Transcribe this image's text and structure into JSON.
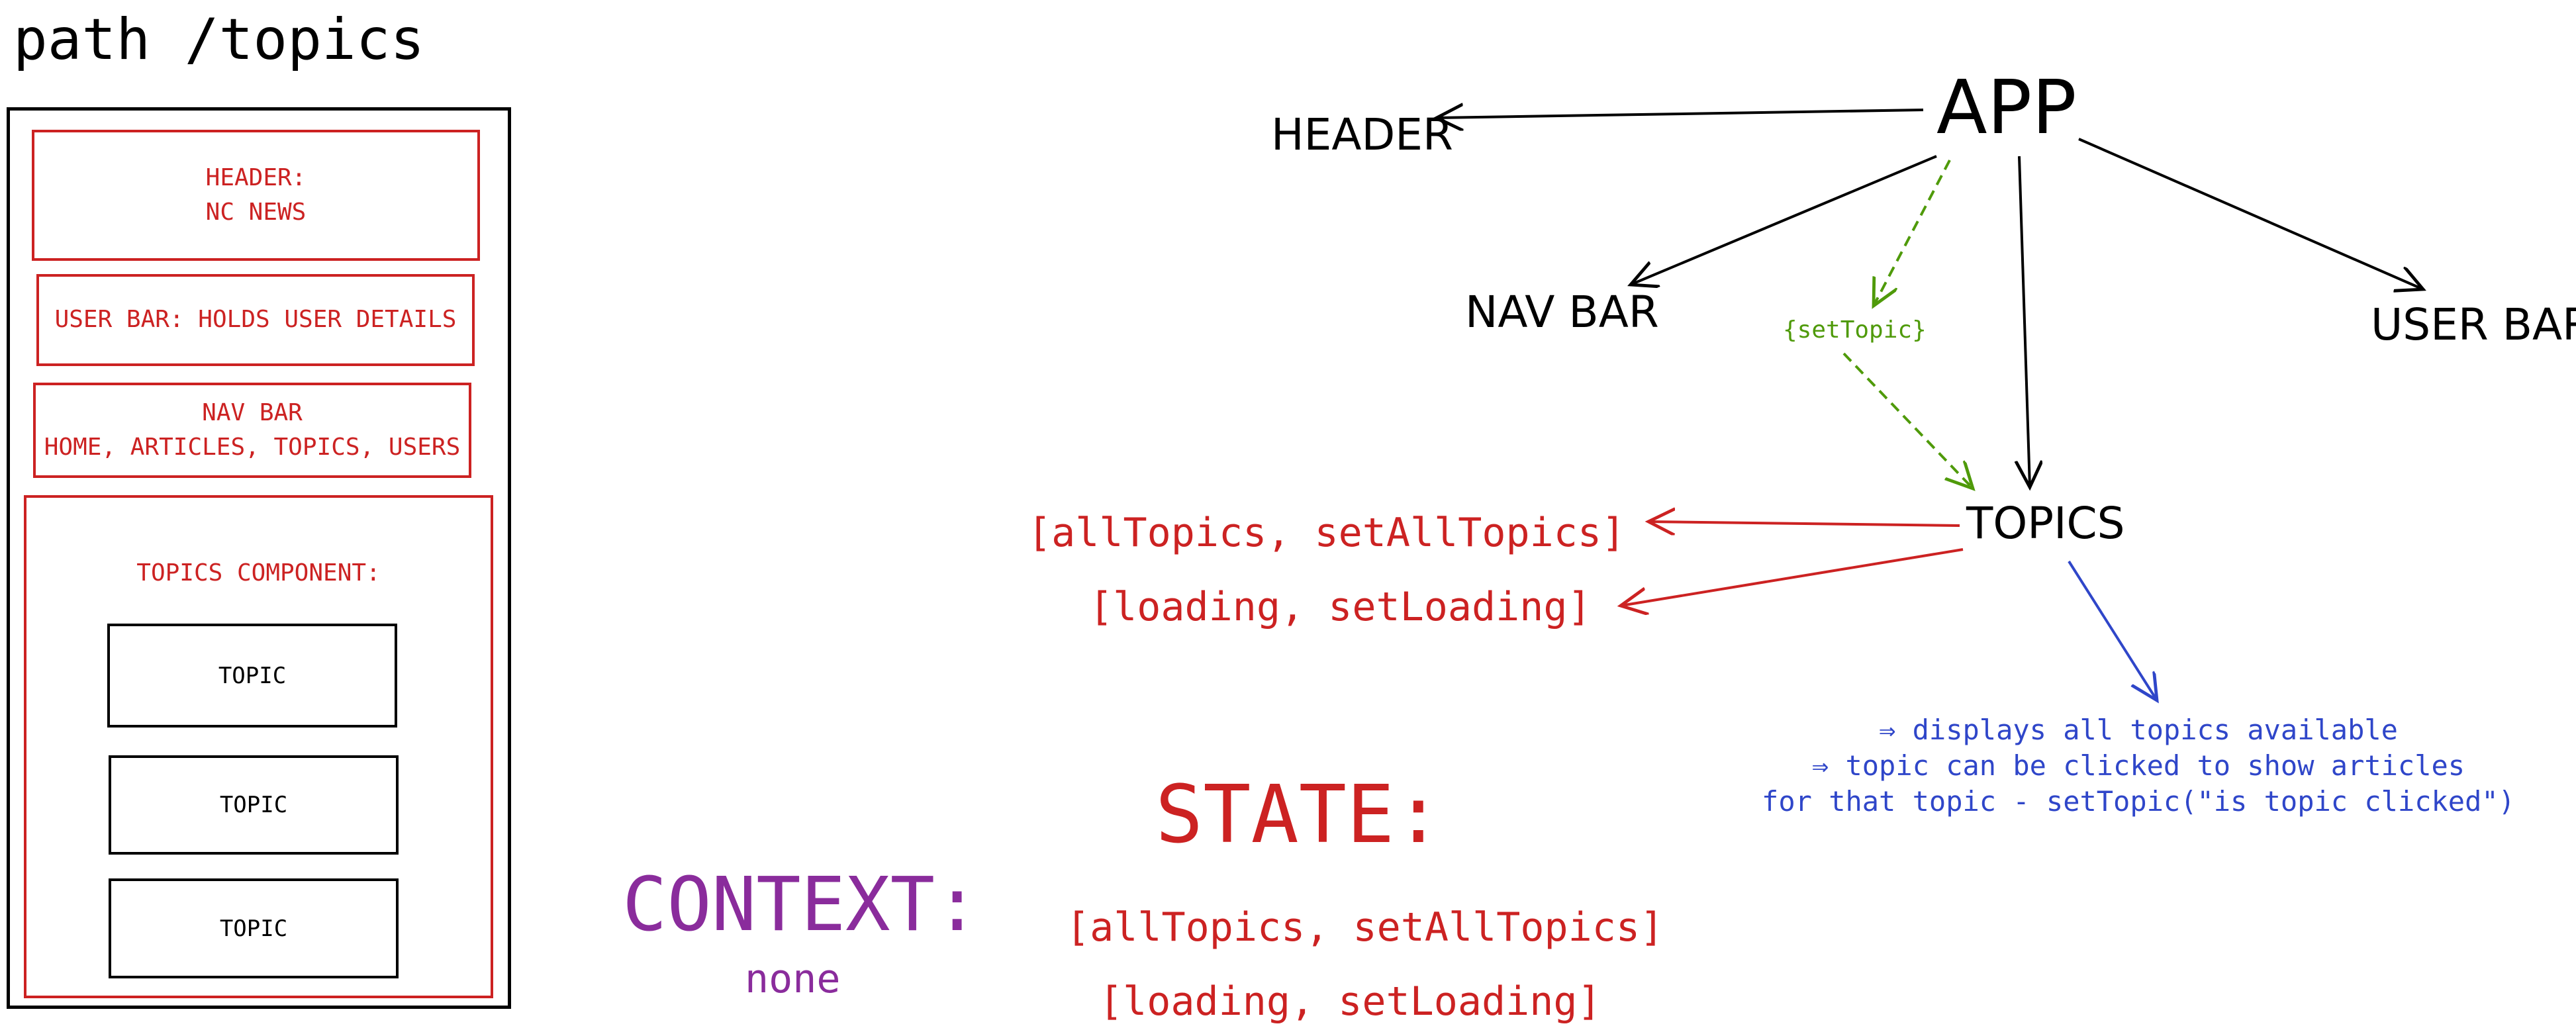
{
  "page_title": "path /topics",
  "wireframe": {
    "header_line1": "HEADER:",
    "header_line2": "NC NEWS",
    "user_bar": "USER BAR: HOLDS USER DETAILS",
    "nav_line1": "NAV BAR",
    "nav_line2": "HOME, ARTICLES, TOPICS, USERS",
    "topics_component": "TOPICS COMPONENT:",
    "topic_items": [
      "TOPIC",
      "TOPIC",
      "TOPIC"
    ]
  },
  "tree": {
    "app": "APP",
    "header": "HEADER",
    "nav_bar": "NAV BAR",
    "user_bar": "USER BAR",
    "topics": "TOPICS",
    "prop_label": "{setTopic}",
    "topics_state_1": "[allTopics, setAllTopics]",
    "topics_state_2": "[loading, setLoading]",
    "note_line1": "⇒ displays all topics available",
    "note_line2": "⇒ topic can be clicked to show articles",
    "note_line3": "for that topic - setTopic(\"is topic clicked\")"
  },
  "legend": {
    "context_title": "CONTEXT:",
    "context_value": "none",
    "state_title": "STATE:",
    "state_1": "[allTopics, setAllTopics]",
    "state_2": "[loading, setLoading]"
  },
  "colors": {
    "red": "#cc2222",
    "purple": "#8a2c9c",
    "green": "#4f9a0a",
    "blue": "#2f46c9",
    "black": "#000000"
  }
}
